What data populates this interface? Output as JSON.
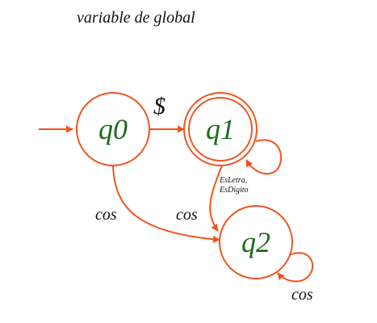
{
  "title": "variable de global",
  "colors": {
    "edge": "#f0541e",
    "state_text": "#1e6b1e",
    "label_text": "#111111"
  },
  "states": [
    {
      "id": "q0",
      "label": "q0",
      "accepting": false,
      "initial": true
    },
    {
      "id": "q1",
      "label": "q1",
      "accepting": true,
      "initial": false
    },
    {
      "id": "q2",
      "label": "q2",
      "accepting": false,
      "initial": false
    }
  ],
  "transitions": [
    {
      "from": "q0",
      "to": "q1",
      "label": "$"
    },
    {
      "from": "q1",
      "to": "q1",
      "label_lines": [
        "EsLetra,",
        "EsDigito"
      ]
    },
    {
      "from": "q0",
      "to": "q2",
      "label": "cos"
    },
    {
      "from": "q1",
      "to": "q2",
      "label": "cos"
    },
    {
      "from": "q2",
      "to": "q2",
      "label": "cos"
    }
  ]
}
